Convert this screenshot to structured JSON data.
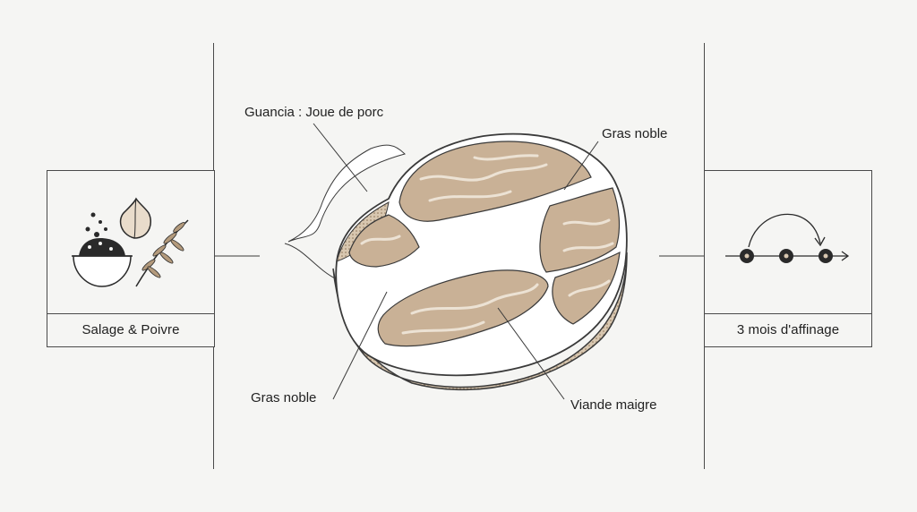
{
  "left_panel": {
    "caption": "Salage & Poivre",
    "icon": "salt-pepper-garlic-rosemary-icon"
  },
  "right_panel": {
    "caption": "3 mois d'affinage",
    "icon": "aging-timeline-icon"
  },
  "center": {
    "illustration": "guanciale-cut-illustration",
    "labels": {
      "title": "Guancia : Joue de porc",
      "fat_top": "Gras noble",
      "fat_bottom": "Gras noble",
      "lean": "Viande maigre"
    }
  },
  "colors": {
    "meat": "#c9b196",
    "marbling": "#e8dccb",
    "fat": "#ffffff",
    "line": "#3a3a3a",
    "background": "#f5f5f3"
  }
}
